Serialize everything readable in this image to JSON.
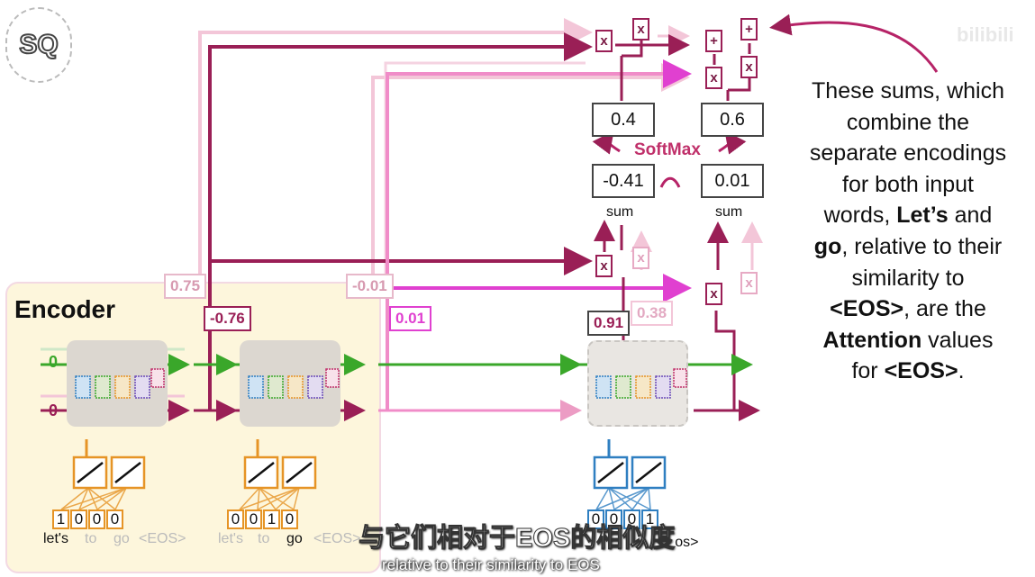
{
  "logo": {
    "text": "SQ"
  },
  "watermark": "bilibili",
  "encoder": {
    "title": "Encoder",
    "inputs_left": [
      "1",
      "0",
      "0",
      "0"
    ],
    "inputs_mid": [
      "0",
      "0",
      "1",
      "0"
    ],
    "inputs_right": [
      "0",
      "0",
      "0",
      "1"
    ],
    "words_left": [
      "let's",
      "to",
      "go",
      "<EOS>"
    ],
    "words_mid": [
      "let's",
      "to",
      "go",
      "<EOS>"
    ],
    "state_top": "0",
    "state_bottom": "0"
  },
  "weights": {
    "w1": "0.75",
    "w2": "-0.76",
    "w3": "-0.01",
    "w4": "0.01",
    "w5": "0.91",
    "w6": "0.38"
  },
  "softmax": {
    "label": "SoftMax",
    "out_left": "0.4",
    "out_right": "0.6",
    "in_left": "-0.41",
    "in_right": "0.01",
    "sum_left": "sum",
    "sum_right": "sum"
  },
  "ops": {
    "mul": "x",
    "add": "+"
  },
  "note": {
    "line1": "These sums, which",
    "line2": "combine the",
    "line3": "separate encodings",
    "line4": "for both input",
    "line5_a": "words, ",
    "line5_b": "Let’s",
    "line5_c": " and",
    "line6_a": "go",
    "line6_b": ", relative to their",
    "line7": "similarity to",
    "line8_a": "<EOS>",
    "line8_b": ", are the",
    "line9_a": "Attention",
    "line9_b": " values",
    "line10_a": "for ",
    "line10_b": "<EOS>",
    "line10_c": "."
  },
  "subtitle": {
    "zh": "与它们相对于EOS的相似度",
    "tail": "os>",
    "en": "relative to their similarity to EOS"
  }
}
